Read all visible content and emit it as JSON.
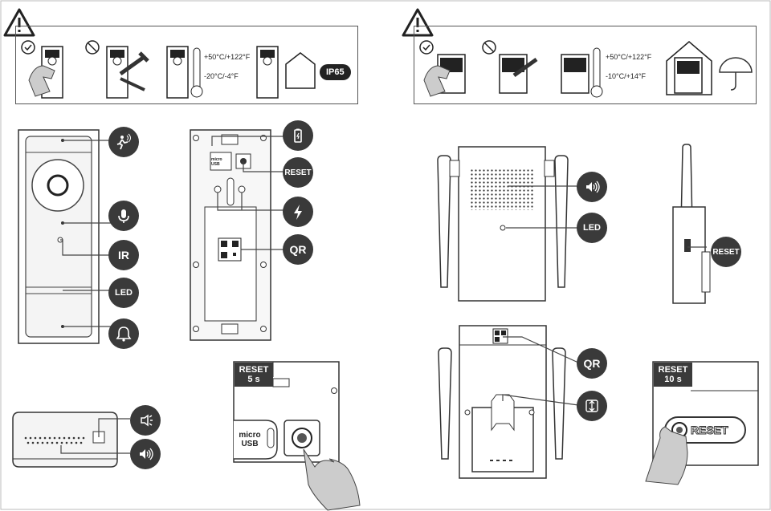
{
  "badges": {
    "ir": "IR",
    "led_left": "LED",
    "reset_left": "RESET",
    "qr_left": "QR",
    "led_right": "LED",
    "reset_right": "RESET",
    "qr_right": "QR"
  },
  "tags": {
    "reset_5s_line1": "RESET",
    "reset_5s_line2": "5 s",
    "reset_10s_line1": "RESET",
    "reset_10s_line2": "10 s"
  },
  "labels": {
    "temp_left_high": "+50°C/+122°F",
    "temp_left_low": "-20°C/-4°F",
    "temp_right_high": "+50°C/+122°F",
    "temp_right_low": "-10°C/+14°F",
    "ip_rating": "IP65",
    "micro_usb_small": "micro USB",
    "micro_usb_zoom": "micro USB",
    "reset_button_text": "RESET"
  },
  "icons": [
    "warning-icon",
    "check-icon",
    "prohibited-icon",
    "thermometer-icon",
    "house-icon",
    "umbrella-icon",
    "motion-icon",
    "microphone-icon",
    "bell-icon",
    "battery-icon",
    "lightning-icon",
    "speaker-icon",
    "siren-icon",
    "mount-icon",
    "hand-icon"
  ],
  "colors": {
    "badge": "#3a3a3a",
    "line": "#444444",
    "device": "#eeeeee"
  }
}
